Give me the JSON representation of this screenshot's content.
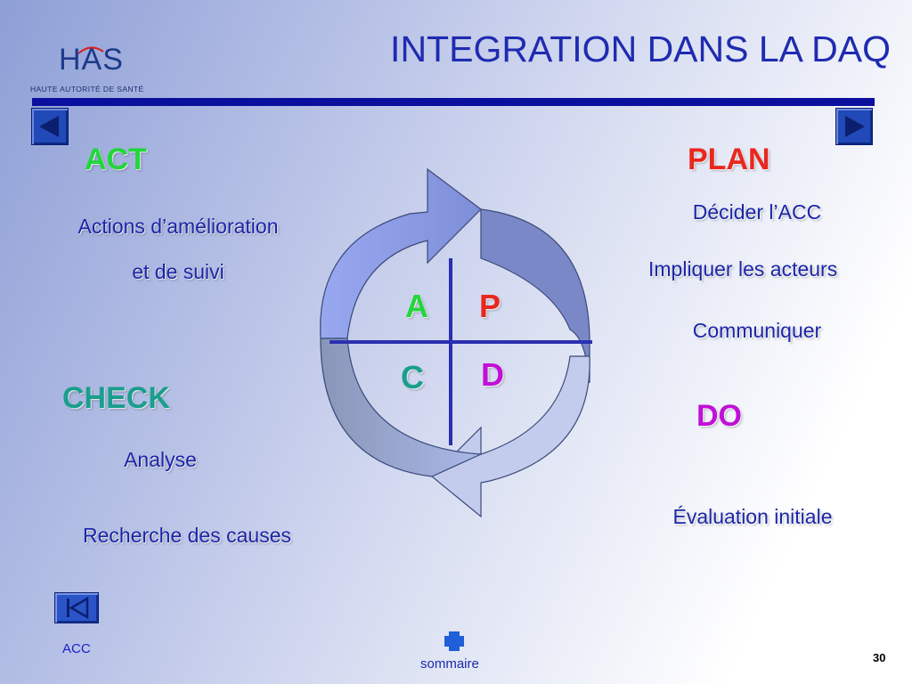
{
  "logo": {
    "text": "HAS",
    "subtitle": "HAUTE AUTORITÉ DE SANTÉ"
  },
  "title": "INTEGRATION DANS LA DAQ",
  "act": {
    "heading": "ACT",
    "items": [
      "Actions d’amélioration",
      "et de suivi"
    ]
  },
  "check": {
    "heading": "CHECK",
    "items": [
      "Analyse",
      "Recherche des causes"
    ]
  },
  "plan": {
    "heading": "PLAN",
    "items": [
      "Décider l’ACC",
      "Impliquer les acteurs",
      "Communiquer"
    ]
  },
  "do": {
    "heading": "DO",
    "items": [
      "Évaluation initiale"
    ]
  },
  "cycle": {
    "a": "A",
    "p": "P",
    "c": "C",
    "d": "D"
  },
  "footer": {
    "acc": "ACC",
    "sommaire": "sommaire",
    "page": "30"
  },
  "colors": {
    "act": "#22d63c",
    "check": "#1a9e8e",
    "plan": "#e8281e",
    "do": "#c010d8",
    "text": "#1b25a8",
    "title": "#1f2bb0",
    "bar": "#0a0f9e"
  },
  "icons": [
    "prev-arrow-icon",
    "next-arrow-icon",
    "home-first-icon",
    "sommaire-icon"
  ]
}
